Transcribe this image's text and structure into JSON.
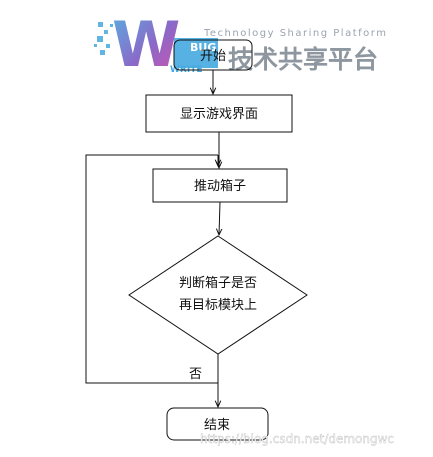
{
  "watermark": {
    "logo_letters": "W",
    "logo_tag_top": "BUG",
    "logo_tag_bottom": "WRITE",
    "tagline_en": "Technology Sharing Platform",
    "tagline_cn": "技术共享平台",
    "url": "https://blog.csdn.net/demongwc"
  },
  "flowchart": {
    "start_label": "开始",
    "show_ui_label": "显示游戏界面",
    "push_box_label": "推动箱子",
    "decision_line1": "判断箱子是否",
    "decision_line2": "再目标模块上",
    "no_label": "否",
    "end_label": "结束"
  },
  "colors": {
    "stroke": "#111111",
    "logo_blue": "#45a9df",
    "logo_purple": "#7f58c2",
    "logo_pink": "#d63ea2",
    "watermark_gray": "#8e969f"
  }
}
